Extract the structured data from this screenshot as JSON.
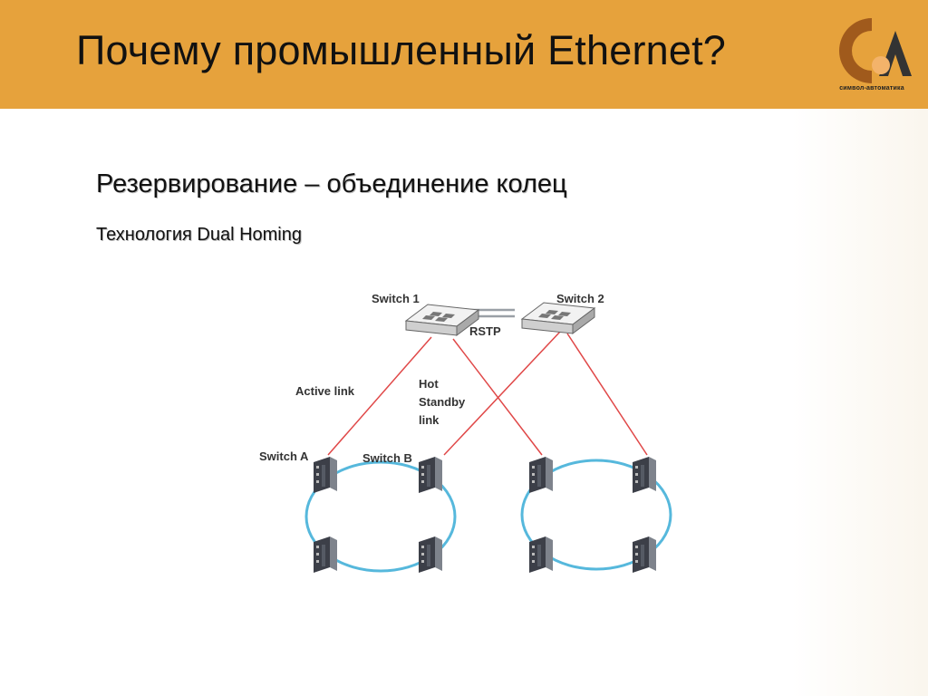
{
  "header": {
    "title": "Почему промышленный Ethernet?",
    "bg_color": "#e6a23c"
  },
  "logo": {
    "caption": "символ-автоматика",
    "icon": "company-logo"
  },
  "content": {
    "heading": "Резервирование – объединение колец",
    "subheading": "Технология Dual Homing"
  },
  "diagram": {
    "labels": {
      "switch1": "Switch 1",
      "switch2": "Switch 2",
      "rstp": "RSTP",
      "active_link": "Active link",
      "hot_line1": "Hot",
      "hot_line2": "Standby",
      "hot_line3": "link",
      "switch_a": "Switch A",
      "switch_b": "Switch B"
    },
    "colors": {
      "link": "#e04848",
      "ring": "#56b8dc"
    }
  }
}
